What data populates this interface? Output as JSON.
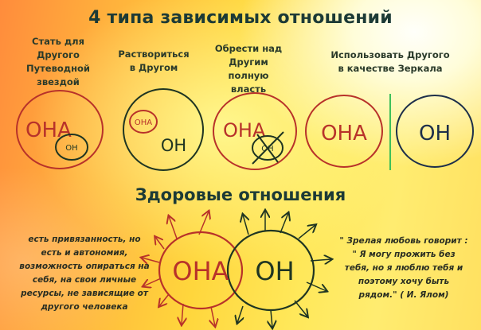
{
  "title": "4 типа зависимых отношений",
  "types": [
    {
      "label_lines": [
        "Стать для",
        "Другого",
        "Путеводной",
        "звездой"
      ],
      "diagram": {
        "outer": "ОНА",
        "inner": "ОН"
      }
    },
    {
      "label_lines": [
        "Раствориться",
        "в Другом"
      ],
      "diagram": {
        "outer": "ОН",
        "inner": "ОНА"
      }
    },
    {
      "label_lines": [
        "Обрести над",
        "Другим",
        "полную",
        "власть"
      ],
      "diagram": {
        "outer": "ОНА",
        "inner": "ОН",
        "crossed": true
      }
    },
    {
      "label_lines": [
        "Использовать Другого",
        "в качестве Зеркала"
      ],
      "diagram": {
        "left": "ОНА",
        "right": "ОН",
        "separator": true
      }
    }
  ],
  "healthy": {
    "title": "Здоровые отношения",
    "left_circle": "ОНА",
    "right_circle": "ОН",
    "left_note_lines": [
      "есть привязанность,  но",
      "есть и автономия,",
      "возможность опираться на",
      "себя, на свои личные",
      "ресурсы, не зависящие от",
      "другого человека"
    ],
    "right_note_lines": [
      "\" Зрелая любовь говорит :",
      "\" Я могу прожить без",
      "тебя, но я люблю тебя и",
      "поэтому хочу быть",
      "рядом.\" ( И. Ялом)"
    ]
  },
  "colors": {
    "title": "#1c3a36",
    "red_circle": "#b8322a",
    "dark_circle": "#1f3522",
    "navy_circle": "#1d2f4a",
    "separator": "#3fbf5a"
  }
}
